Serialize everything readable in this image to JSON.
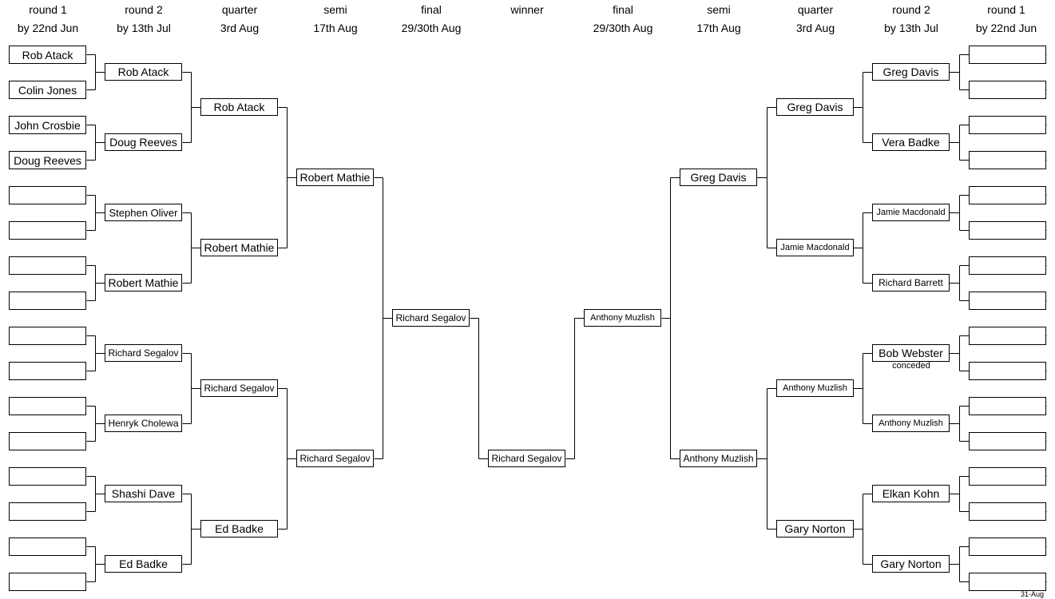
{
  "headers": {
    "left": [
      {
        "round": "round 1",
        "date": "by 22nd Jun"
      },
      {
        "round": "round 2",
        "date": "by 13th Jul"
      },
      {
        "round": "quarter",
        "date": "3rd Aug"
      },
      {
        "round": "semi",
        "date": "17th Aug"
      },
      {
        "round": "final",
        "date": "29/30th Aug"
      }
    ],
    "center": {
      "round": "winner",
      "date": ""
    },
    "right": [
      {
        "round": "final",
        "date": "29/30th Aug"
      },
      {
        "round": "semi",
        "date": "17th Aug"
      },
      {
        "round": "quarter",
        "date": "3rd Aug"
      },
      {
        "round": "round 2",
        "date": "by 13th Jul"
      },
      {
        "round": "round 1",
        "date": "by 22nd Jun"
      }
    ]
  },
  "left": {
    "round1": [
      "Rob Atack",
      "Colin Jones",
      "John Crosbie",
      "Doug Reeves",
      "",
      "",
      "",
      "",
      "",
      "",
      "",
      "",
      "",
      "",
      "",
      ""
    ],
    "round2": [
      "Rob Atack",
      "Doug Reeves",
      "Stephen Oliver",
      "Robert Mathie",
      "Richard Segalov",
      "Henryk Cholewa",
      "Shashi Dave",
      "Ed Badke"
    ],
    "quarter": [
      "Rob Atack",
      "Robert Mathie",
      "Richard Segalov",
      "Ed Badke"
    ],
    "semi": [
      "Robert Mathie",
      "Richard Segalov"
    ],
    "final": [
      "Richard Segalov"
    ]
  },
  "winner": "Richard Segalov",
  "right": {
    "final": [
      "Anthony Muzlish"
    ],
    "semi": [
      "Greg Davis",
      "Anthony Muzlish"
    ],
    "quarter": [
      "Greg Davis",
      "Jamie Macdonald",
      "Anthony Muzlish",
      "Gary Norton"
    ],
    "round2": [
      "Greg Davis",
      "Vera Badke",
      "Jamie Macdonald",
      "Richard Barrett",
      "Bob Webster",
      "Anthony Muzlish",
      "Elkan Kohn",
      "Gary Norton"
    ],
    "round1": [
      "",
      "",
      "",
      "",
      "",
      "",
      "",
      "",
      "",
      "",
      "",
      "",
      "",
      "",
      "",
      ""
    ]
  },
  "notes": {
    "bob_webster": "conceded"
  },
  "date_stamp": "31-Aug"
}
